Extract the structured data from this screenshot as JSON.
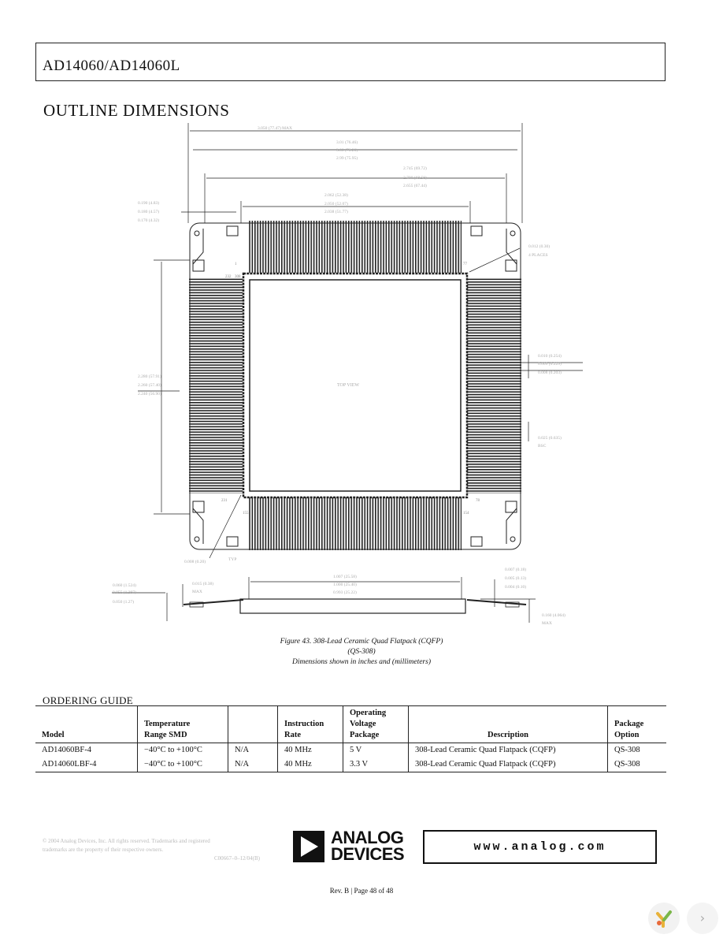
{
  "header": {
    "title": "AD14060/AD14060L"
  },
  "section_title": "OUTLINE DIMENSIONS",
  "drawing": {
    "top_view_label": "TOP VIEW",
    "pin_labels": [
      "1",
      "77",
      "78",
      "154",
      "155",
      "231",
      "232",
      "308"
    ],
    "dims": {
      "overall_max": "3.050 (77.47) MAX",
      "body_lines": [
        "3.01 (76.46)",
        "3.00 (76.20)",
        "2.99 (75.95)"
      ],
      "lead_span_lines": [
        "2.745 (69.72)",
        "2.700 (68.58)",
        "2.655 (67.44)"
      ],
      "row_lines": [
        "2.062 (52.38)",
        "2.050 (52.07)",
        "2.038 (51.77)"
      ],
      "left_lines": [
        "0.190 (4.83)",
        "0.180 (4.57)",
        "0.170 (4.32)"
      ],
      "vertical_lines": [
        "2.280 (57.91)",
        "2.260 (57.40)",
        "2.240 (56.90)"
      ],
      "lead_width_lines": [
        "0.010 (0.254)",
        "0.009 (0.229)",
        "0.008 (0.203)"
      ],
      "pitch_lines": [
        "0.025 (0.635)",
        "BSC"
      ],
      "places_lines": [
        "0.012 (0.30)",
        "4 PLACES"
      ],
      "pin1_lines": [
        "0.008 (0.20)",
        "TYP"
      ],
      "profile_lines": [
        "0.060 (1.524)",
        "0.055 (1.397)",
        "0.050 (1.27)"
      ],
      "height_lines": [
        "0.015 (0.38)",
        "MAX"
      ],
      "center_lines": [
        "1.007 (25.58)",
        "1.000 (25.40)",
        "0.993 (25.22)"
      ],
      "right_lines": [
        "0.007 (0.18)",
        "0.005 (0.13)",
        "0.004 (0.10)"
      ],
      "bottom_lines": [
        "0.160 (4.064)",
        "MAX"
      ]
    }
  },
  "figure_caption": {
    "line1": "Figure 43. 308-Lead Ceramic Quad Flatpack (CQFP)",
    "line2": "(QS-308)",
    "line3": "Dimensions shown in inches and (millimeters)"
  },
  "ordering_guide": {
    "title": "ORDERING GUIDE",
    "headers": {
      "model": "Model",
      "temp_1": "Temperature",
      "temp_2": "Range SMD",
      "instr_1": "Instruction",
      "instr_2": "Rate",
      "volt_1": "Operating",
      "volt_2": "Voltage Package",
      "description": "Description",
      "pkg_1": "Package",
      "pkg_2": "Option"
    },
    "rows": [
      {
        "model": "AD14060BF-4",
        "temp": "−40°C to +100°C",
        "smd": "N/A",
        "rate": "40 MHz",
        "voltage": "5 V",
        "description": "308-Lead Ceramic Quad Flatpack (CQFP)",
        "option": "QS-308"
      },
      {
        "model": "AD14060LBF-4",
        "temp": "−40°C to +100°C",
        "smd": "N/A",
        "rate": "40 MHz",
        "voltage": "3.3 V",
        "description": "308-Lead Ceramic Quad Flatpack (CQFP)",
        "option": "QS-308"
      }
    ]
  },
  "footer": {
    "copyright": "© 2004 Analog Devices, Inc. All rights reserved. Trademarks and registered trademarks are the property of their respective owners.",
    "doc_number": "C00667–0–12/04(B)",
    "logo_line1": "ANALOG",
    "logo_line2": "DEVICES",
    "website": "www.analog.com",
    "page": "Rev. B | Page 48 of 48"
  }
}
